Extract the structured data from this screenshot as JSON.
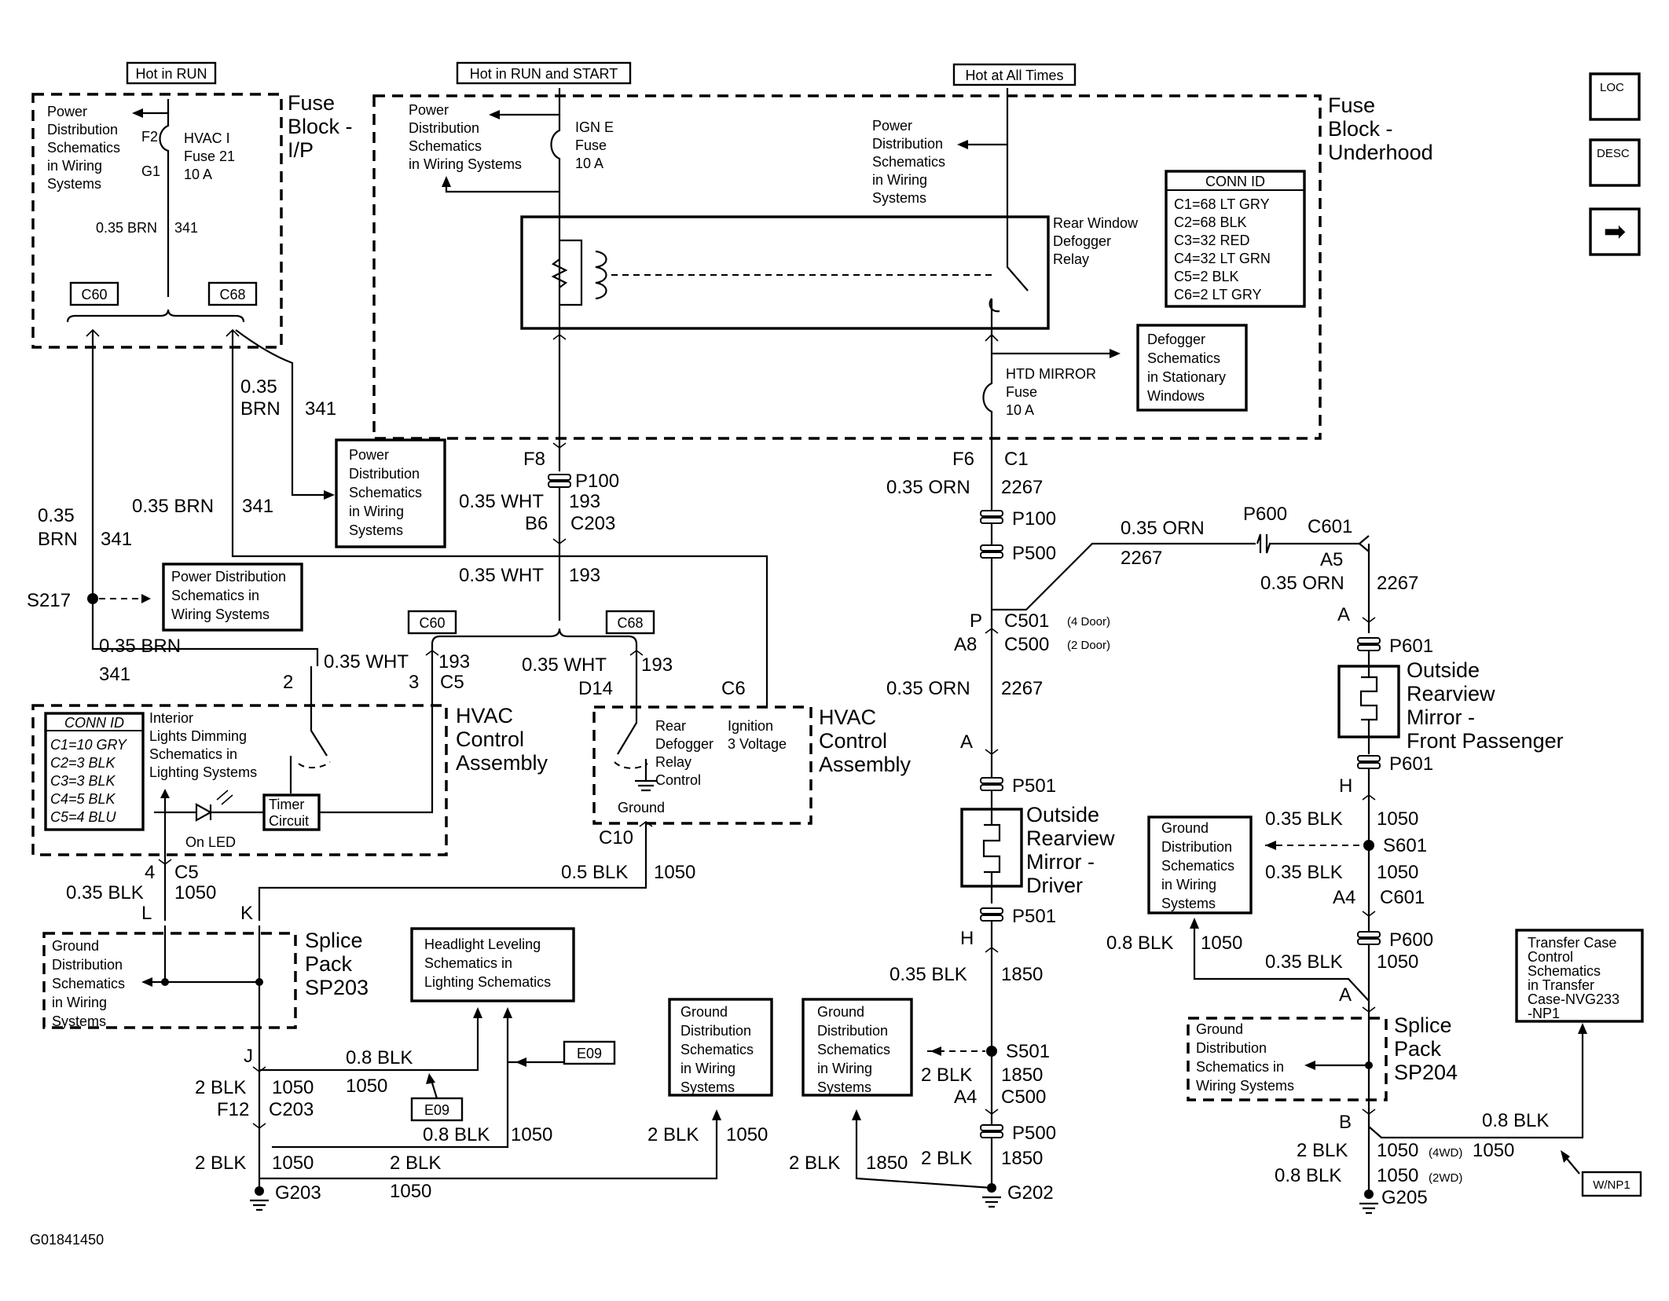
{
  "hot_labels": {
    "run": "Hot in RUN",
    "run_start": "Hot in RUN and START",
    "all_times": "Hot at All Times"
  },
  "fuse_block_ip": [
    "Fuse",
    "Block -",
    "I/P"
  ],
  "fuse_block_underhood": [
    "Fuse",
    "Block -",
    "Underhood"
  ],
  "nav": {
    "loc": "LOC",
    "desc": "DESC",
    "next": "➡"
  },
  "pd_schem": [
    "Power",
    "Distribution",
    "Schematics",
    "in Wiring",
    "Systems"
  ],
  "pd_schem_ignE": [
    "Power",
    "Distribution",
    "Schematics",
    "in Wiring Systems"
  ],
  "pd_schem_mid": [
    "Power",
    "Distribution",
    "Schematics",
    "in Wiring",
    "Systems"
  ],
  "pd_schem_s217": [
    "Power Distribution",
    "Schematics in",
    "Wiring Systems"
  ],
  "hvac_fuse": {
    "f2": "F2",
    "g1": "G1",
    "name": "HVAC I",
    "num": "Fuse 21",
    "amp": "10 A"
  },
  "ign_e_fuse": [
    "IGN E",
    "Fuse",
    "10 A"
  ],
  "htd_fuse": [
    "HTD MIRROR",
    "Fuse",
    "10 A"
  ],
  "relay_label": [
    "Rear Window",
    "Defogger",
    "Relay"
  ],
  "conn_id_title": "CONN ID",
  "conn_id_underhood": [
    "C1=68 LT GRY",
    "C2=68 BLK",
    "C3=32 RED",
    "C4=32 LT GRN",
    "C5=2 BLK",
    "C6=2 LT GRY"
  ],
  "conn_id_hvac": [
    "C1=10 GRY",
    "C2=3 BLK",
    "C3=3 BLK",
    "C4=5 BLK",
    "C5=4 BLU"
  ],
  "defog_schem": [
    "Defogger",
    "Schematics",
    "in Stationary",
    "Windows"
  ],
  "hvac_label": [
    "HVAC",
    "Control",
    "Assembly"
  ],
  "interior_dim": [
    "Interior",
    "Lights Dimming",
    "Schematics in",
    "Lighting Systems"
  ],
  "timer": [
    "Timer",
    "Circuit"
  ],
  "on_led": "On LED",
  "rear_defog_ctrl": [
    "Rear",
    "Defogger",
    "Relay",
    "Control"
  ],
  "ign3v": [
    "Ignition",
    "3 Voltage"
  ],
  "ground_word": "Ground",
  "gd_schem": [
    "Ground",
    "Distribution",
    "Schematics",
    "in Wiring",
    "Systems"
  ],
  "gd_schem_sp204": [
    "Ground",
    "Distribution",
    "Schematics in",
    "Wiring Systems"
  ],
  "splice_203": [
    "Splice",
    "Pack",
    "SP203"
  ],
  "splice_204": [
    "Splice",
    "Pack",
    "SP204"
  ],
  "headlight": [
    "Headlight Leveling",
    "Schematics in",
    "Lighting Schematics"
  ],
  "mirror_driver": [
    "Outside",
    "Rearview",
    "Mirror -",
    "Driver"
  ],
  "mirror_pass": [
    "Outside",
    "Rearview",
    "Mirror -",
    "Front Passenger"
  ],
  "transfer": [
    "Transfer Case",
    "Control",
    "Schematics",
    "in Transfer",
    "Case-NVG233",
    "-NP1"
  ],
  "wnp1": "W/NP1",
  "figure_id": "G01841450",
  "conn": {
    "c60": "C60",
    "c68": "C68",
    "c1": "C1",
    "c5": "C5",
    "c6": "C6",
    "c10": "C10",
    "c203": "C203",
    "c500": "C500",
    "c501": "C501",
    "c601": "C601",
    "p100": "P100",
    "p500": "P500",
    "p501": "P501",
    "p600": "P600",
    "p601": "P601",
    "s217": "S217",
    "s501": "S501",
    "s601": "S601",
    "g202": "G202",
    "g203": "G203",
    "g205": "G205",
    "e09": "E09",
    "f6": "F6",
    "f8": "F8",
    "f12": "F12",
    "b6": "B6",
    "d14": "D14",
    "a4": "A4",
    "a5": "A5",
    "a8": "A8",
    "pin_a": "A",
    "pin_b": "B",
    "pin_h": "H",
    "pin_j": "J",
    "pin_k": "K",
    "pin_l": "L",
    "pin_p": "P",
    "pin_2": "2",
    "pin_3": "3",
    "pin_4": "4",
    "door4": "(4 Door)",
    "door2": "(2 Door)",
    "wd4": "(4WD)",
    "wd2": "(2WD)"
  },
  "wires": {
    "brn035": "0.35 BRN",
    "wht035": "0.35 WHT",
    "orn035": "0.35 ORN",
    "blk035": "0.35 BLK",
    "blk05": "0.5 BLK",
    "blk08": "0.8 BLK",
    "blk2": "2 BLK",
    "brn": "BRN",
    "c035": "0.35",
    "n341": "341",
    "n193": "193",
    "n2267": "2267",
    "n1050": "1050",
    "n1850": "1850"
  }
}
